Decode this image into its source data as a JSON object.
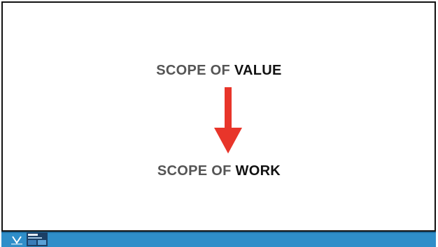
{
  "slide": {
    "top_line": {
      "prefix": "SCOPE OF ",
      "emphasis": "VALUE"
    },
    "bottom_line": {
      "prefix": "SCOPE OF ",
      "emphasis": "WORK"
    }
  },
  "colors": {
    "arrow": "#e8352a",
    "footer_bar": "#2f8ec9",
    "muted_text": "#555555",
    "strong_text": "#111111"
  },
  "icons": {
    "arrow": "down-arrow-icon",
    "logo": "brand-logo-icon",
    "thumbnail": "book-cover-thumbnail"
  }
}
